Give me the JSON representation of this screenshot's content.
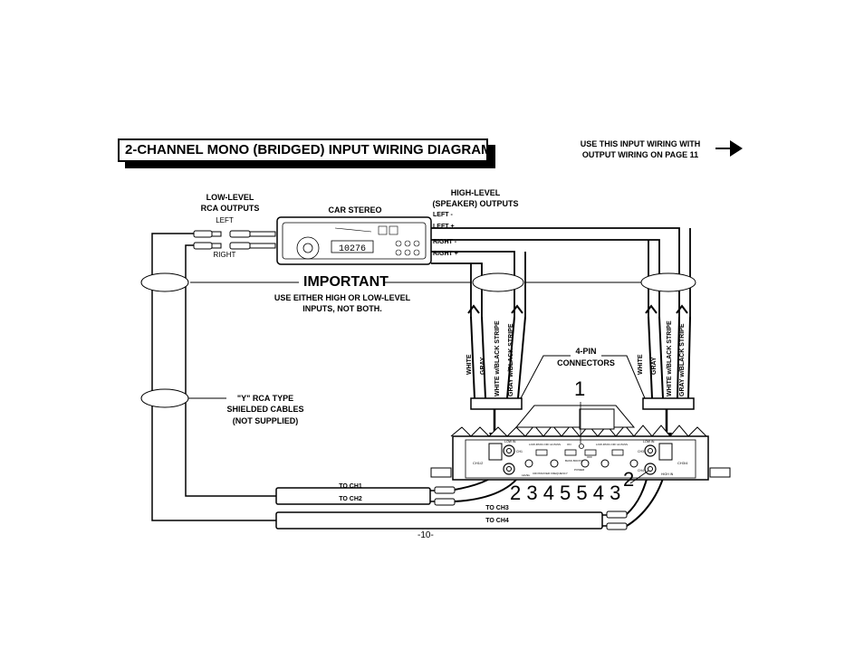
{
  "header": {
    "title": "2-CHANNEL MONO (BRIDGED) INPUT WIRING DIAGRAM",
    "note_line1": "USE THIS INPUT WIRING WITH",
    "note_line2": "OUTPUT WIRING ON PAGE 11"
  },
  "low_level": {
    "title_line1": "LOW-LEVEL",
    "title_line2": "RCA OUTPUTS",
    "left": "LEFT",
    "right": "RIGHT"
  },
  "car_stereo": {
    "label": "CAR STEREO",
    "display": "10276"
  },
  "high_level": {
    "title_line1": "HIGH-LEVEL",
    "title_line2": "(SPEAKER) OUTPUTS",
    "outputs": [
      "LEFT  -",
      "LEFT  +",
      "RIGHT  -",
      "RIGHT  +"
    ]
  },
  "important": {
    "title": "IMPORTANT",
    "line1": "USE EITHER HIGH OR LOW-LEVEL",
    "line2": "INPUTS, NOT BOTH."
  },
  "wires_left": [
    "WHITE",
    "GRAY",
    "WHITE w/BLACK STRIPE",
    "GRAY w/BLACK STRIPE"
  ],
  "wires_right": [
    "WHITE",
    "GRAY",
    "WHITE w/BLACK STRIPE",
    "GRAY w/BLACK STRIPE"
  ],
  "connectors": {
    "line1": "4-PIN",
    "line2": "CONNECTORS"
  },
  "y_cables": {
    "line1": "\"Y\" RCA TYPE",
    "line2": "SHIELDED CABLES",
    "line3": "(NOT SUPPLIED)"
  },
  "channels": [
    "TO CH1",
    "TO CH2",
    "TO CH3",
    "TO CH4"
  ],
  "callouts": {
    "top": "1",
    "row": "2 3 4 5 5 4 3",
    "right": "2"
  },
  "amp_labels": {
    "ch12": "CH1/2",
    "ch34": "CH3/4",
    "low_in": "LOW IN",
    "high_in": "HIGH IN",
    "ch1": "CH1",
    "ch3": "CH3",
    "ch4": "CH4",
    "crossover_left": "LOW-PASS OFF HI-PASS",
    "crossover_right": "LOW-PASS OFF HI-PASS",
    "bass": "BASS BOOST",
    "power": "POWER",
    "crossover_freq": "CROSSOVER FREQUENCY",
    "level": "LEVEL",
    "on": "ON",
    "off": "OFF"
  },
  "page": "-10-"
}
